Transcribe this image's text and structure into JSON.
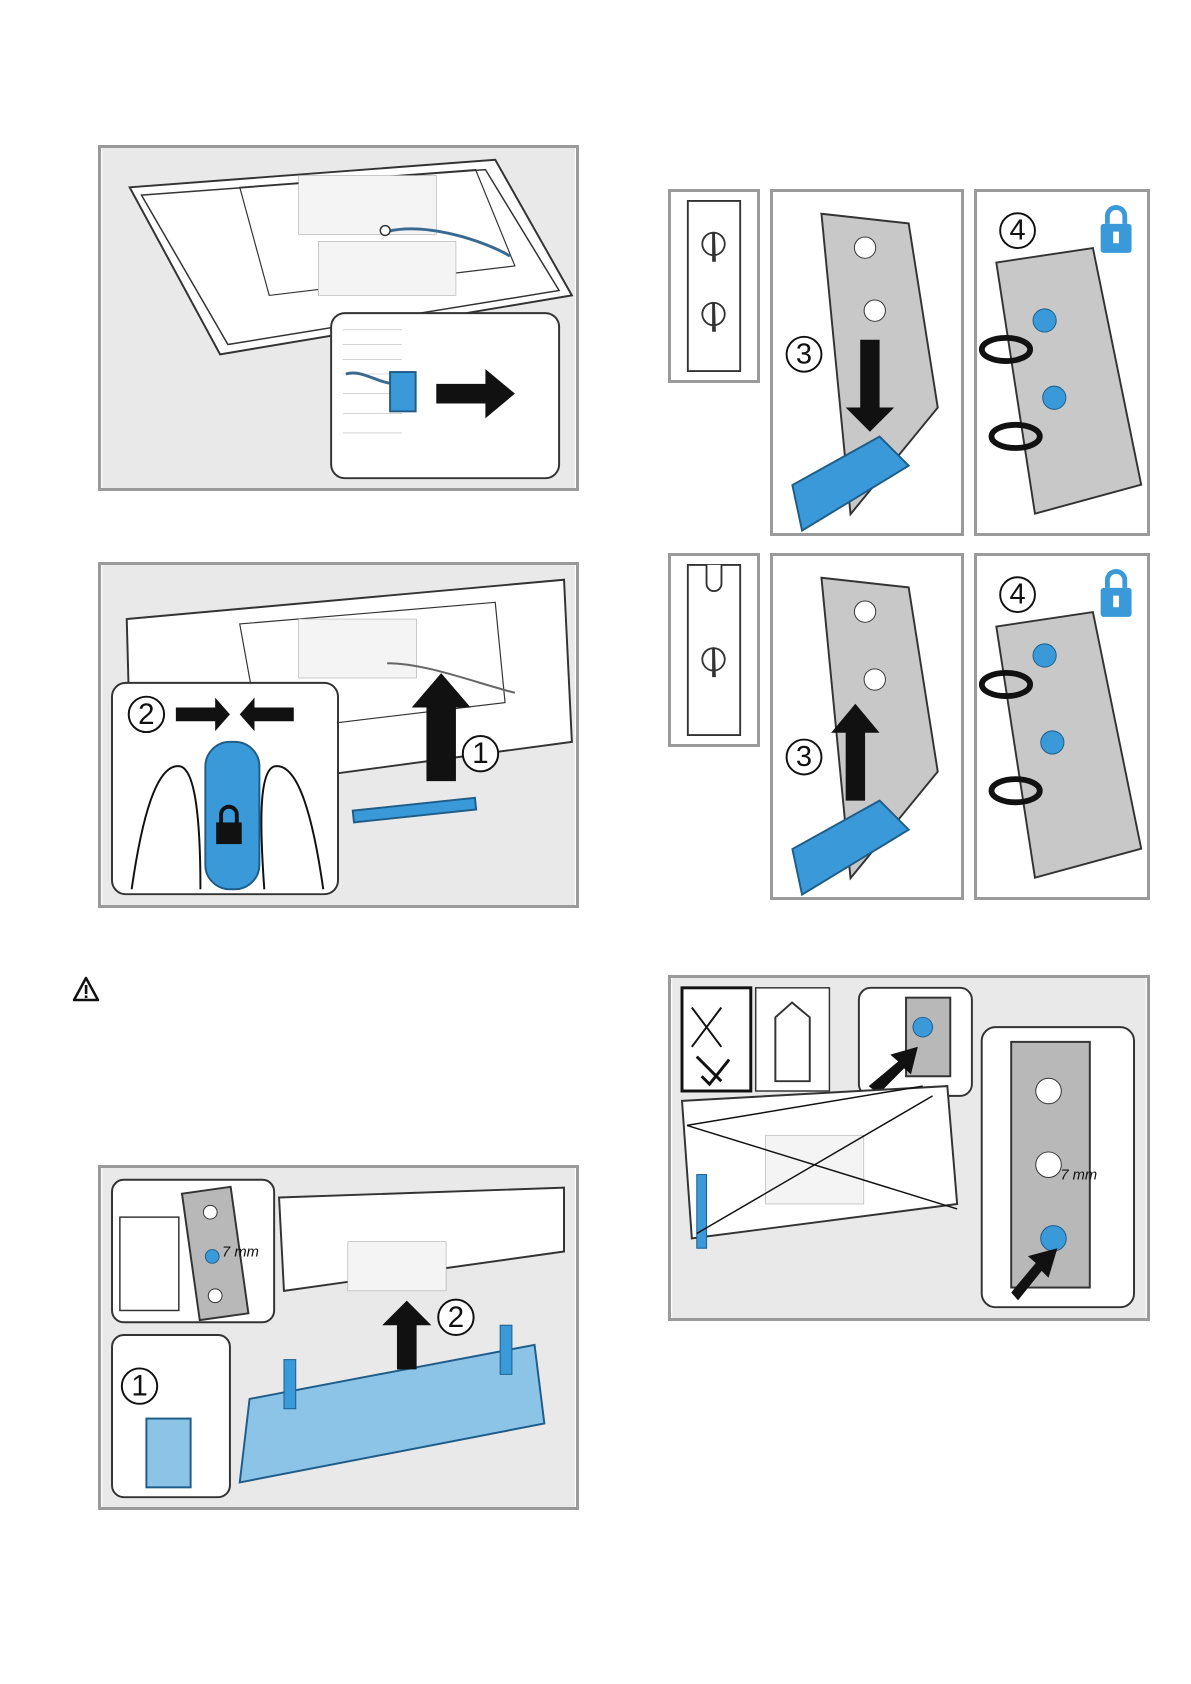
{
  "colors": {
    "accent": "#3a9ad9",
    "frame": "#9a9a9a",
    "shade": "#e6e6e6"
  },
  "icons": [
    "warning-icon",
    "lock-icon",
    "arrow-icon",
    "screw-icon",
    "screwdriver-icon"
  ],
  "figure_a": {},
  "figure_b": {
    "step_1": "1",
    "step_2": "2"
  },
  "figure_c": {
    "step_1": "1",
    "step_2": "2",
    "measure": "7 mm"
  },
  "figure_d_top": {
    "step_3": "3",
    "step_4": "4"
  },
  "figure_d_bottom": {
    "step_3": "3",
    "step_4": "4"
  },
  "figure_e": {
    "measure": "7 mm"
  }
}
